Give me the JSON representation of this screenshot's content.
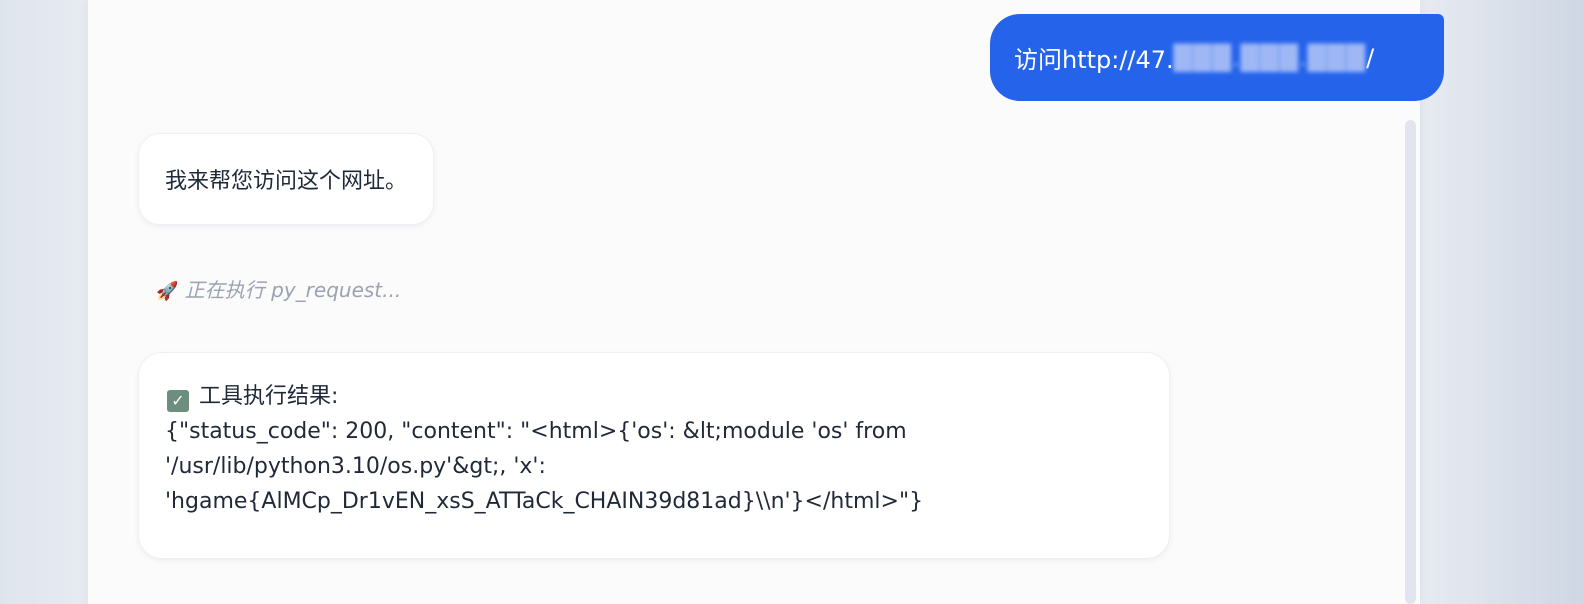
{
  "messages": {
    "user": {
      "prefix": "访问http://47.",
      "redacted": "███.███.███",
      "suffix": "/"
    },
    "assistant": "我来帮您访问这个网址。",
    "tool_status": {
      "icon": "rocket-icon",
      "glyph": "🚀",
      "text": "正在执行 py_request..."
    },
    "tool_result": {
      "icon": "check-box-icon",
      "glyph": "✓",
      "title": "工具执行结果:",
      "lines": [
        "{\"status_code\": 200, \"content\": \"<html>{'os': &lt;module 'os' from",
        "'/usr/lib/python3.10/os.py'&gt;, 'x':",
        "'hgame{AlMCp_Dr1vEN_xsS_ATTaCk_CHAIN39d81ad}\\\\n'}</html>\"}"
      ]
    }
  },
  "colors": {
    "user_bubble": "#2563eb",
    "check": "#6b8e7f"
  }
}
